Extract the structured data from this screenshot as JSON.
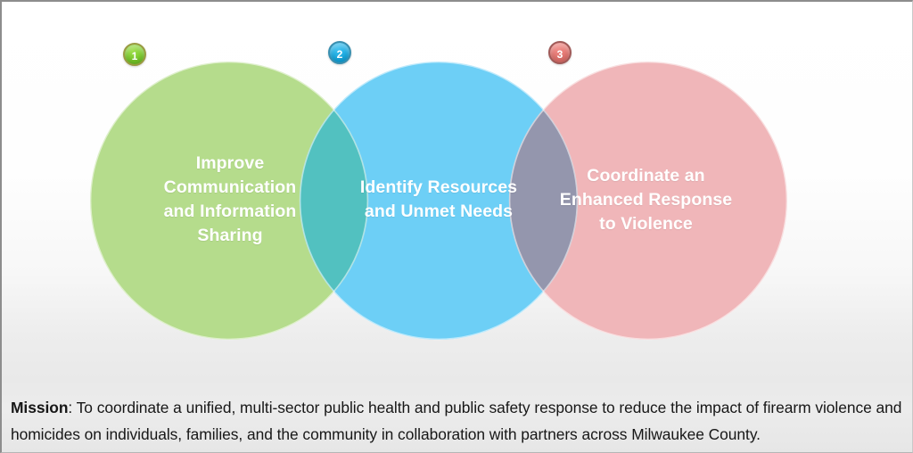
{
  "diagram": {
    "type": "venn",
    "title": "",
    "background_color": "#ffffff",
    "circles": [
      {
        "badge": "1",
        "badge_color": "#76c728",
        "badge_border_color": "#9a9b42",
        "fill_color": "#b5dc8c",
        "label": "Improve Communication and Information Sharing",
        "label_color": "#ffffff"
      },
      {
        "badge": "2",
        "badge_color": "#14a8e0",
        "badge_border_color": "#3a8fb0",
        "fill_color": "#6dcff6",
        "label": "Identify Resources and Unmet Needs",
        "label_color": "#ffffff"
      },
      {
        "badge": "3",
        "badge_color": "#e2726d",
        "badge_border_color": "#a05a58",
        "fill_color": "#f0b6b9",
        "label": "Coordinate an Enhanced Response to Violence",
        "label_color": "#ffffff"
      }
    ],
    "overlaps": [
      {
        "between": "1-2",
        "fill_color": "#52c1c0"
      },
      {
        "between": "2-3",
        "fill_color": "#9496ad"
      }
    ]
  },
  "mission": {
    "label": "Mission",
    "separator": ": ",
    "text": "To coordinate a unified, multi-sector public health and public safety response to reduce the impact of firearm violence and homicides on individuals, families, and the community in collaboration with partners across Milwaukee County."
  }
}
